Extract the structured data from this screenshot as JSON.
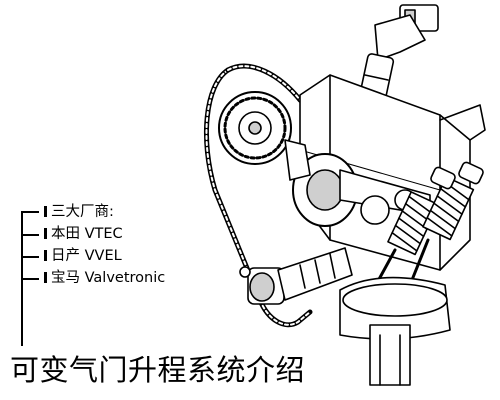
{
  "legend": {
    "heading": "三大厂商:",
    "items": [
      "本田 VTEC",
      "日产 VVEL",
      "宝马 Valvetronic"
    ]
  },
  "title": "可变气门升程系统介绍",
  "colors": {
    "ink": "#000000",
    "paper": "#ffffff",
    "shade": "#cfcfcf"
  },
  "illustration": {
    "parts": [
      "timing-chain",
      "camshaft-sprocket",
      "ignition-coil",
      "valve-spring",
      "valve-stem",
      "piston",
      "control-actuator",
      "camshaft"
    ]
  }
}
